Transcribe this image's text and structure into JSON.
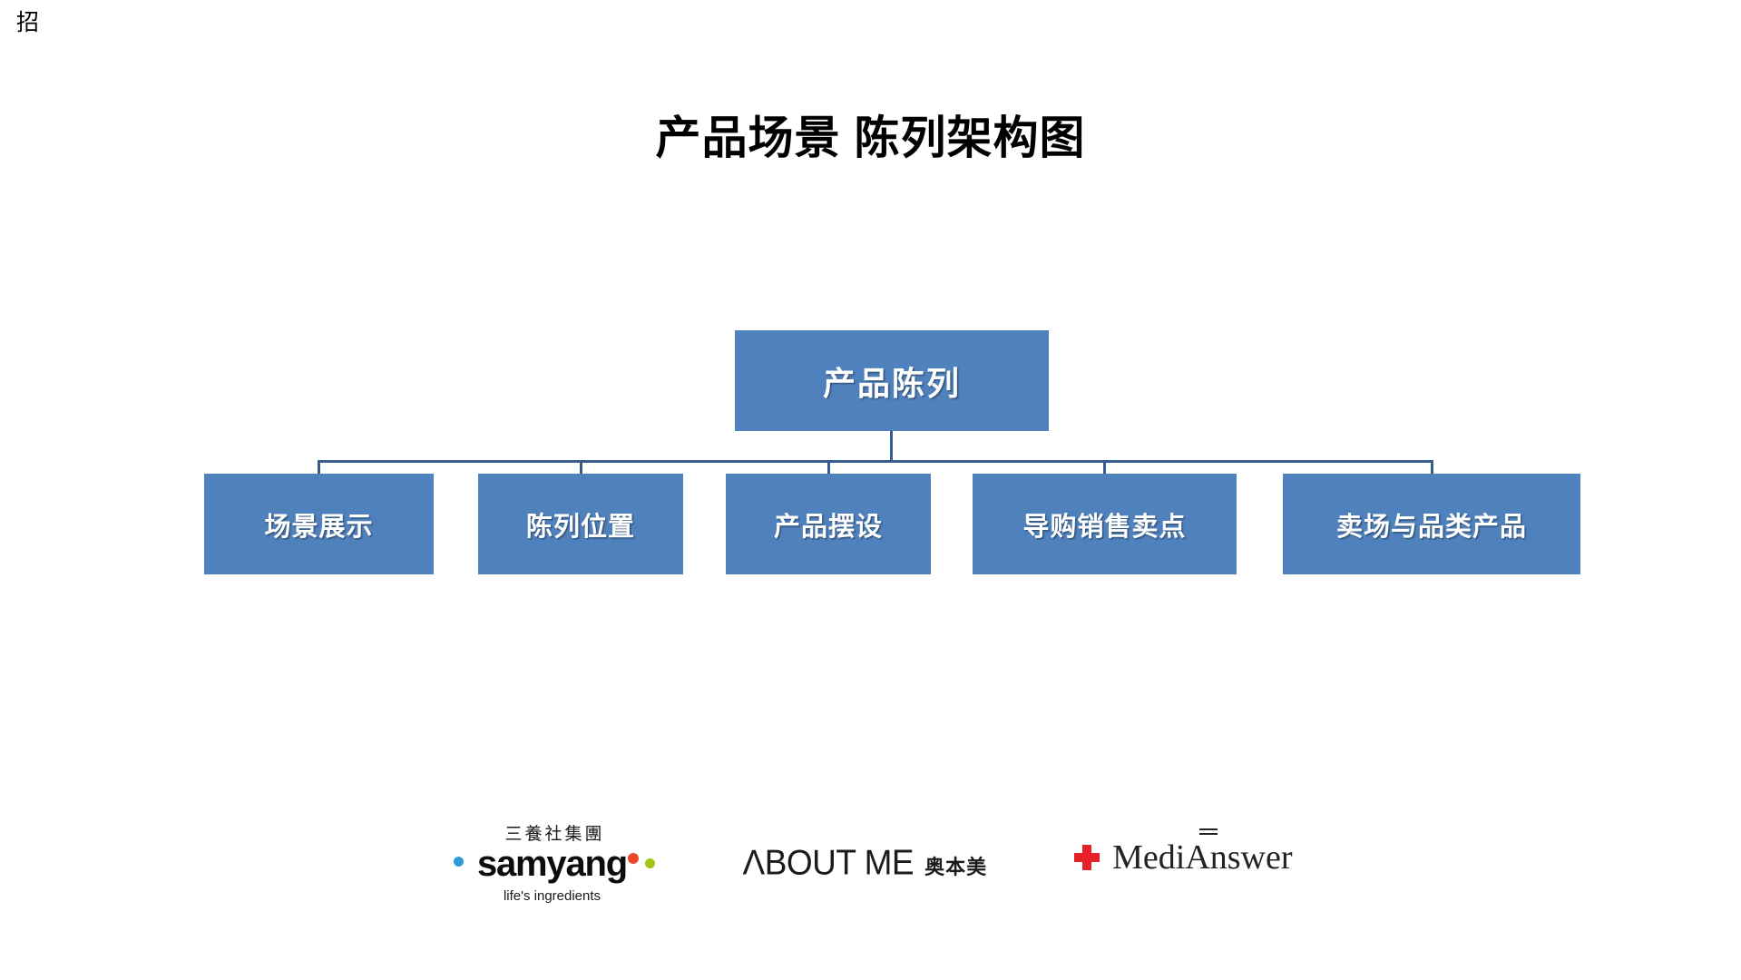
{
  "corner": {
    "mark": "招"
  },
  "slide": {
    "title": "产品场景 陈列架构图"
  },
  "colors": {
    "node_fill": "#4F81BD",
    "node_text": "#FFFFFF",
    "connector": "#385D8A",
    "background": "#FFFFFF",
    "title_text": "#000000",
    "samyang_dot_blue": "#2E9BD6",
    "samyang_dot_red": "#E8482B",
    "samyang_dot_green": "#A2C617",
    "medianswer_cross": "#E8202A"
  },
  "chart_data": {
    "type": "diagram",
    "title": "产品场景 陈列架构图",
    "root": {
      "label": "产品陈列"
    },
    "children": [
      {
        "label": "场景展示"
      },
      {
        "label": "陈列位置"
      },
      {
        "label": "产品摆设"
      },
      {
        "label": "导购销售卖点"
      },
      {
        "label": "卖场与品类产品"
      }
    ]
  },
  "logos": {
    "samyang": {
      "hanja": "三養社集團",
      "wordmark": "samyang",
      "tagline": "life's ingredients"
    },
    "aboutme": {
      "wordmark": "ΛBOUT ME",
      "chinese": "奥本美"
    },
    "medianswer": {
      "wordmark": "MediAnswer"
    }
  }
}
